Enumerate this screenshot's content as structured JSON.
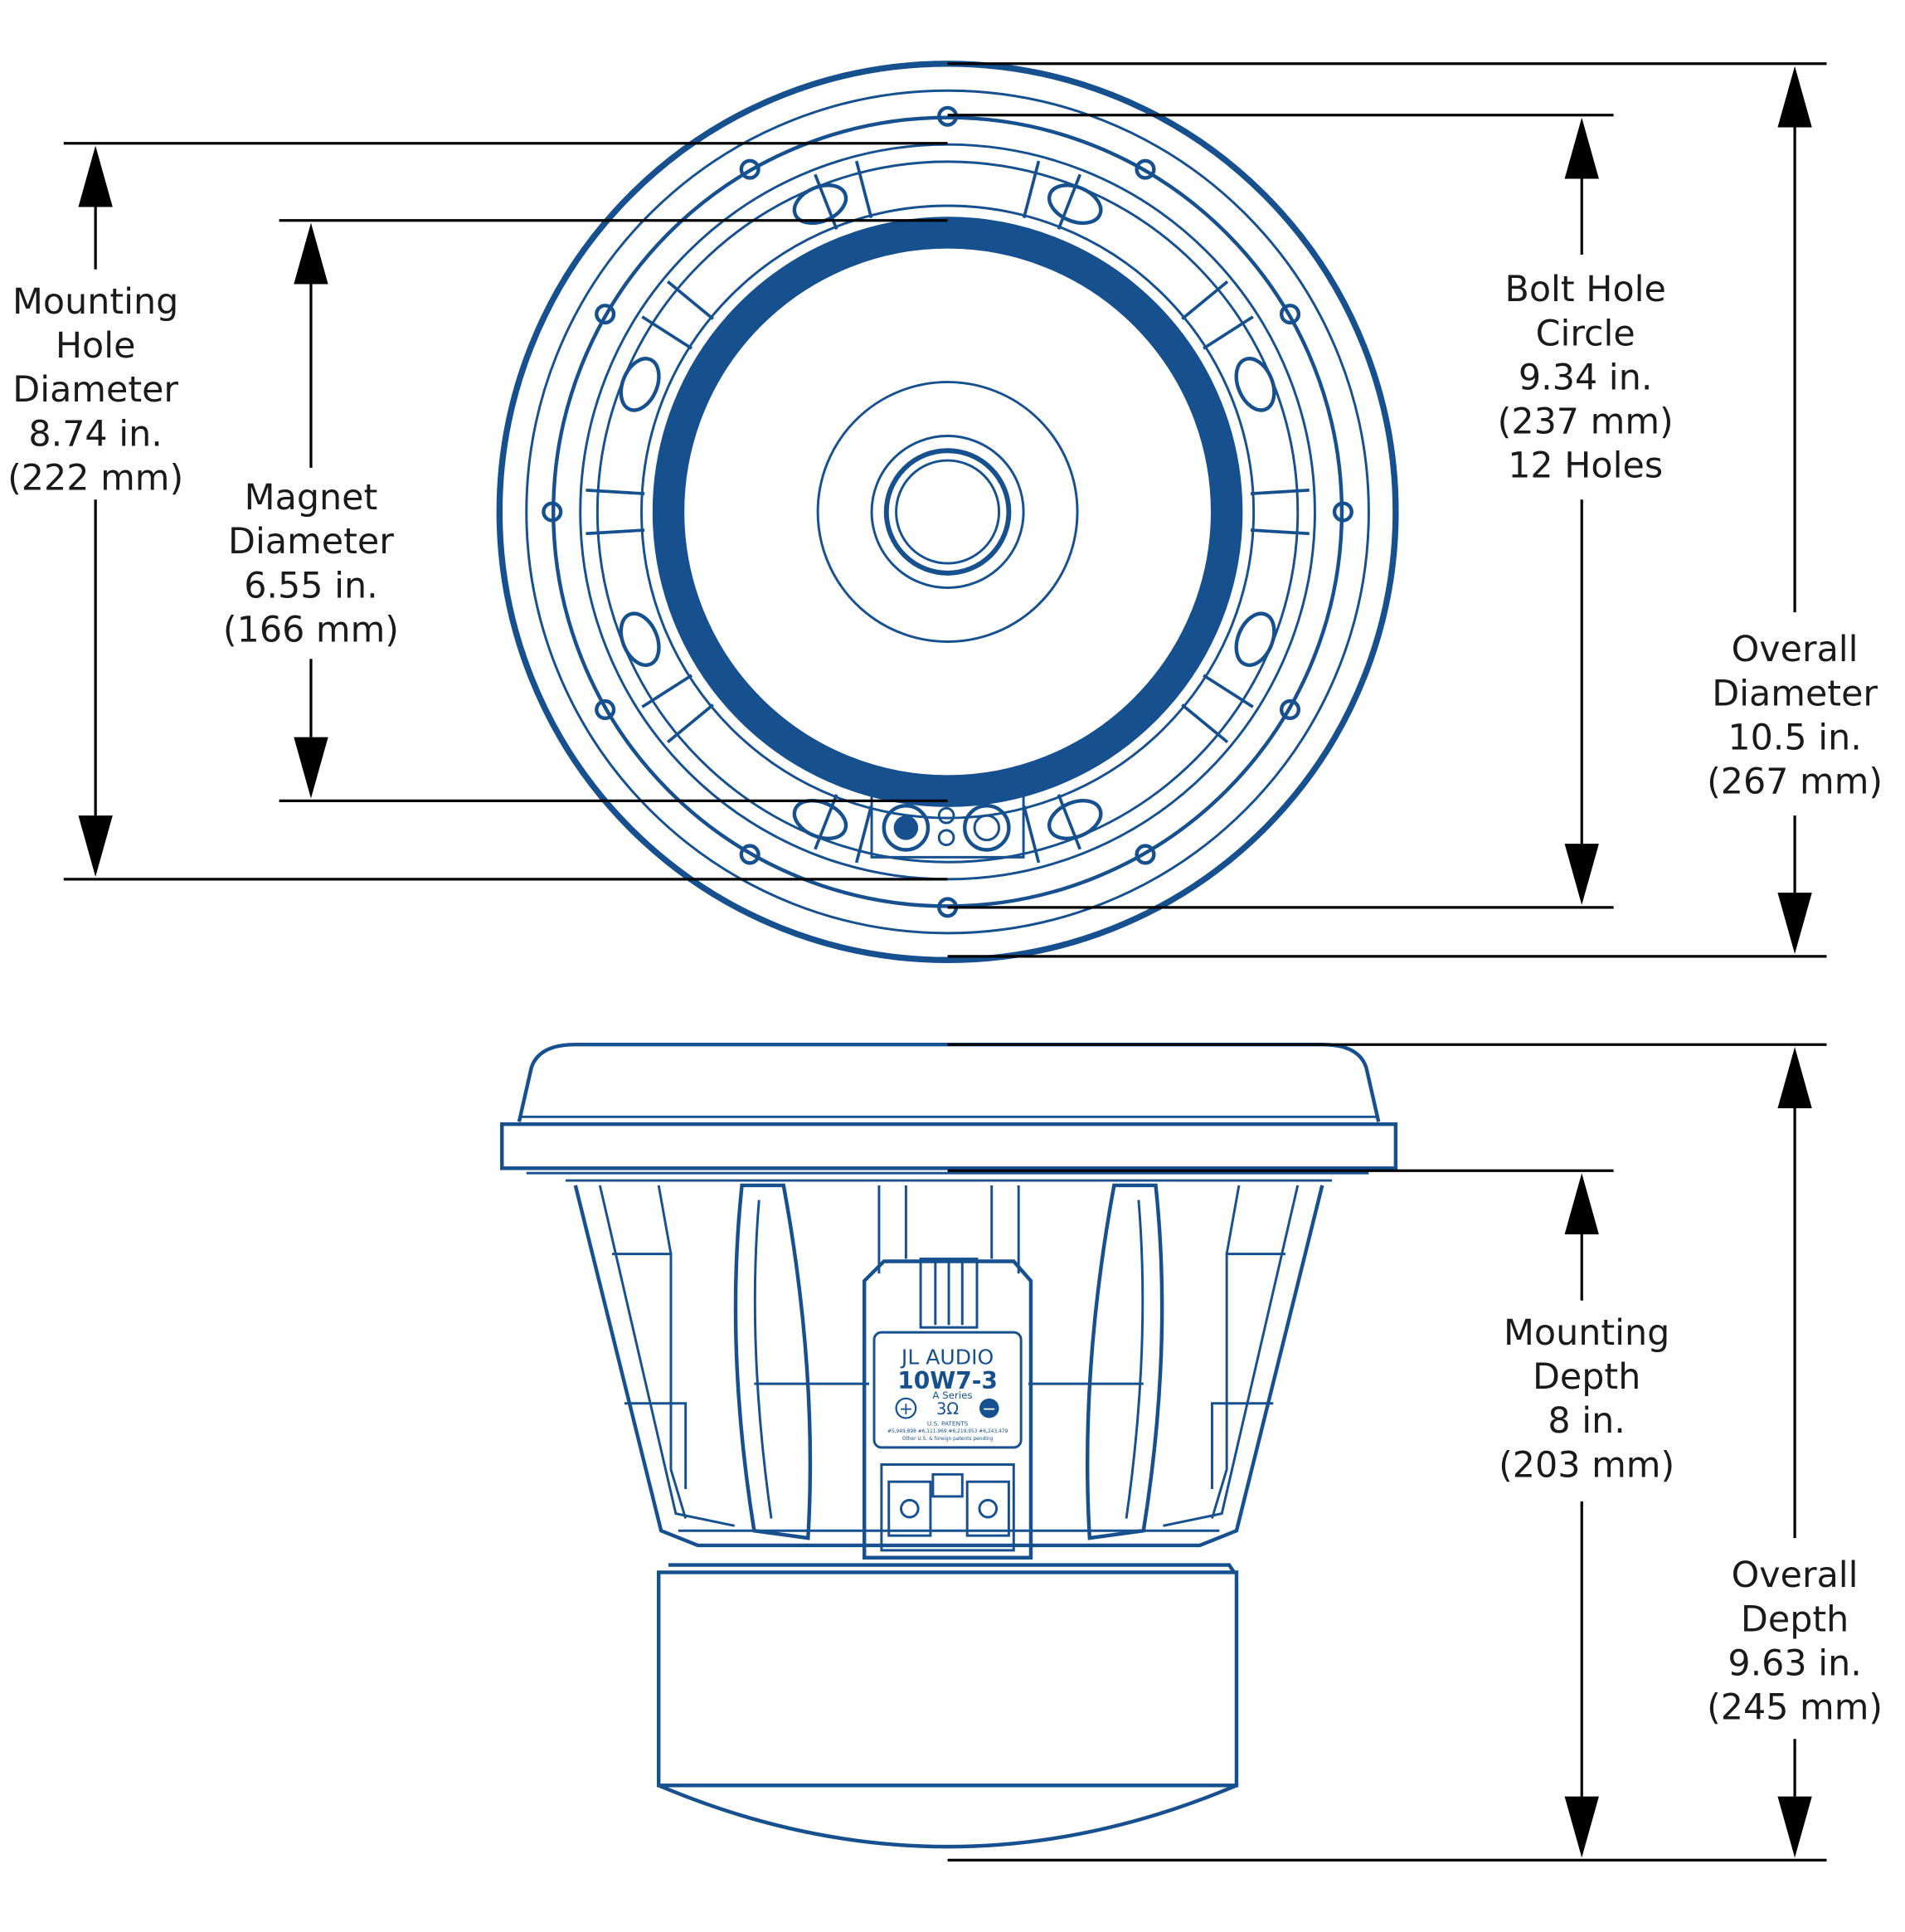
{
  "colors": {
    "drawing": "#17508f",
    "dimension": "#000000",
    "background": "#ffffff"
  },
  "dimensions": {
    "mounting_hole": [
      "Mounting",
      "Hole",
      "Diameter",
      "8.74 in.",
      "(222 mm)"
    ],
    "magnet": [
      "Magnet",
      "Diameter",
      "6.55 in.",
      "(166 mm)"
    ],
    "bolt_hole": [
      "Bolt Hole",
      "Circle",
      "9.34 in.",
      "(237 mm)",
      "12 Holes"
    ],
    "overall_diameter": [
      "Overall",
      "Diameter",
      "10.5 in.",
      "(267 mm)"
    ],
    "mounting_depth": [
      "Mounting",
      "Depth",
      "8 in.",
      "(203 mm)"
    ],
    "overall_depth": [
      "Overall",
      "Depth",
      "9.63 in.",
      "(245 mm)"
    ]
  },
  "terminal_label": {
    "brand": "JL AUDIO",
    "model": "10W7-3",
    "series": "A Series",
    "impedance": "3Ω",
    "plus": "+",
    "minus": "−",
    "patents_title": "U.S. PATENTS",
    "patents_line1": "#5,949,898  #6,111,969  #6,219,953  #6,243,479",
    "patents_line2": "Other U.S. & foreign patents pending"
  }
}
